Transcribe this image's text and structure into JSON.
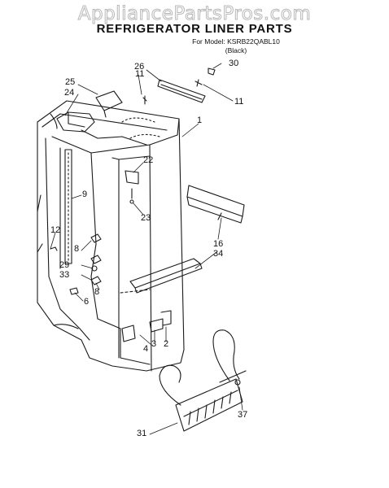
{
  "watermark": "AppliancePartsPros.com",
  "title": "REFRIGERATOR LINER PARTS",
  "model_line": "For Model: KSRB22QABL10",
  "model_color": "(Black)",
  "callouts": {
    "c1": "1",
    "c2": "2",
    "c3": "3",
    "c4": "4",
    "c6": "6",
    "c8a": "8",
    "c8b": "8",
    "c9": "9",
    "c11a": "11",
    "c11b": "11",
    "c12": "12",
    "c16": "16",
    "c22": "22",
    "c23": "23",
    "c24": "24",
    "c25": "25",
    "c26": "26",
    "c29": "29",
    "c30": "30",
    "c31": "31",
    "c33": "33",
    "c34": "34",
    "c37": "37"
  }
}
